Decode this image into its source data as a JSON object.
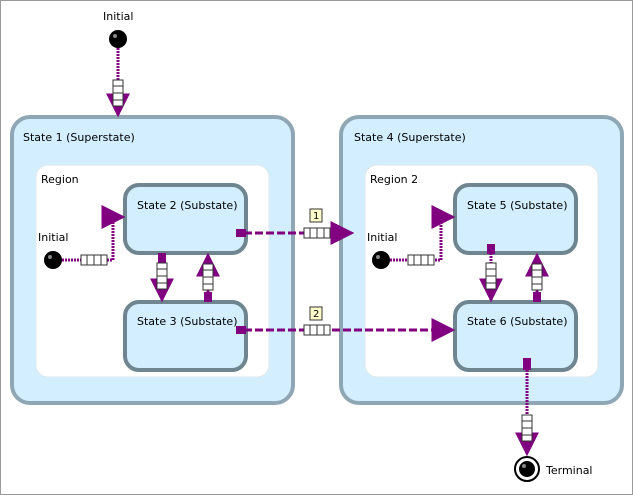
{
  "diagram": {
    "top_initial": {
      "label": "Initial"
    },
    "terminal": {
      "label": "Terminal"
    },
    "superstate_1": {
      "label": "State 1 (Superstate)",
      "region": {
        "label": "Region",
        "initial_label": "Initial",
        "state_a": "State 2 (Substate)",
        "state_b": "State 3 (Substate)"
      }
    },
    "superstate_2": {
      "label": "State 4 (Superstate)",
      "region": {
        "label": "Region 2",
        "initial_label": "Initial",
        "state_a": "State 5 (Substate)",
        "state_b": "State 6 (Substate)"
      }
    },
    "transition_labels": [
      "1",
      "2"
    ],
    "colors": {
      "superstate_fill": "#d3efff",
      "superstate_border": "#8fa7b4",
      "region_fill": "#ffffff",
      "state_fill": "#d3efff",
      "state_border": "#6f8590",
      "connector": "#800080"
    }
  }
}
